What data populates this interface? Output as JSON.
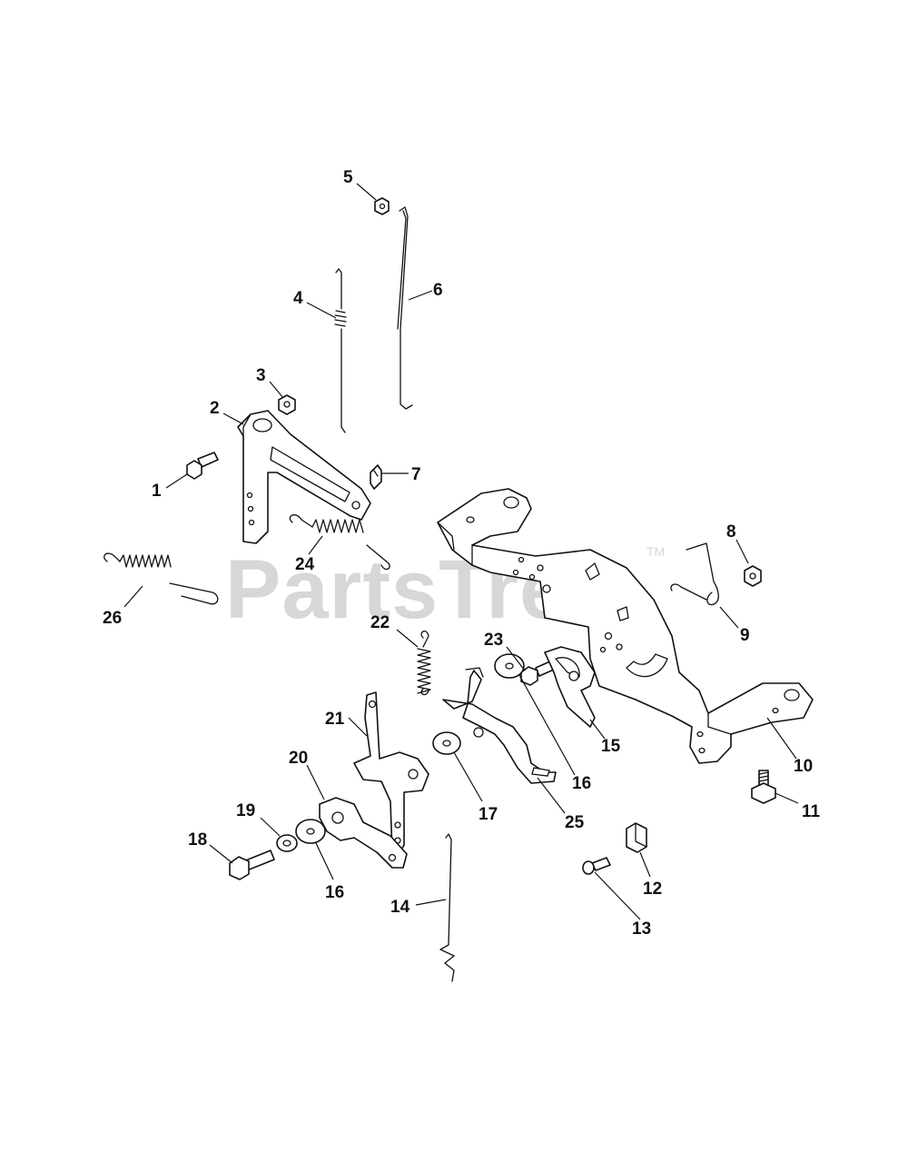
{
  "watermark": {
    "text": "PartsTree",
    "trademark": "TM"
  },
  "callouts": [
    {
      "id": "1",
      "label": "1"
    },
    {
      "id": "2",
      "label": "2"
    },
    {
      "id": "3",
      "label": "3"
    },
    {
      "id": "4",
      "label": "4"
    },
    {
      "id": "5",
      "label": "5"
    },
    {
      "id": "6",
      "label": "6"
    },
    {
      "id": "7",
      "label": "7"
    },
    {
      "id": "8",
      "label": "8"
    },
    {
      "id": "9",
      "label": "9"
    },
    {
      "id": "10",
      "label": "10"
    },
    {
      "id": "11",
      "label": "11"
    },
    {
      "id": "12",
      "label": "12"
    },
    {
      "id": "13",
      "label": "13"
    },
    {
      "id": "14",
      "label": "14"
    },
    {
      "id": "15",
      "label": "15"
    },
    {
      "id": "16a",
      "label": "16"
    },
    {
      "id": "16b",
      "label": "16"
    },
    {
      "id": "17",
      "label": "17"
    },
    {
      "id": "18",
      "label": "18"
    },
    {
      "id": "19",
      "label": "19"
    },
    {
      "id": "20",
      "label": "20"
    },
    {
      "id": "21",
      "label": "21"
    },
    {
      "id": "22",
      "label": "22"
    },
    {
      "id": "23",
      "label": "23"
    },
    {
      "id": "24",
      "label": "24"
    },
    {
      "id": "25",
      "label": "25"
    },
    {
      "id": "26",
      "label": "26"
    }
  ]
}
